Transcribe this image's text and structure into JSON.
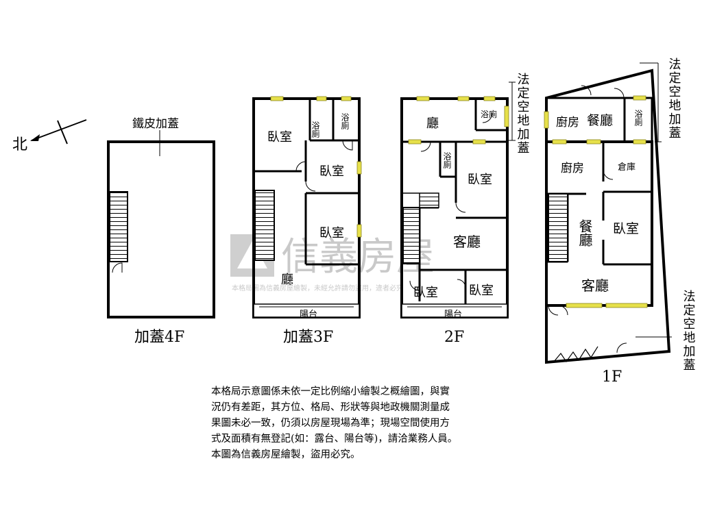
{
  "compass": {
    "north_label": "北"
  },
  "watermark": {
    "brand": "信義房屋",
    "notice": "本格局圖為信義房屋繪製，未經允許請勿盜用，違者必究"
  },
  "floors": {
    "f4": {
      "title": "加蓋4F",
      "roof_note": "鐵皮加蓋"
    },
    "f3": {
      "title": "加蓋3F",
      "rooms": {
        "bedroom_a": "臥室",
        "bedroom_b": "臥室",
        "bedroom_c": "臥室",
        "bath_a": "浴廁",
        "bath_b": "浴廁",
        "hall": "廳",
        "balcony": "陽台"
      }
    },
    "f2": {
      "title": "2F",
      "rooms": {
        "hall": "廳",
        "bath_a": "浴廁",
        "bath_b": "浴廁",
        "bedroom_a": "臥室",
        "living": "客廳",
        "bedroom_b": "臥室",
        "bedroom_c": "臥室",
        "balcony": "陽台"
      },
      "annex_note": "法定空地加蓋"
    },
    "f1": {
      "title": "1F",
      "rooms": {
        "kitchen_a": "廚房",
        "dining_a": "餐廳",
        "bath": "浴廁",
        "kitchen_b": "廚房",
        "storage": "倉庫",
        "dining_b": "餐廳",
        "bedroom": "臥室",
        "living": "客廳"
      },
      "annex_top_note": "法定空地加蓋",
      "annex_bottom_note": "法定空地加蓋"
    }
  },
  "disclaimer": {
    "lines": [
      "本格局示意圖係未依一定比例縮小繪製之概繪圖，與實",
      "況仍有差距，其方位、格局、形狀等與地政機關測量成",
      "果圖未必一致，仍須以房屋現場為準；現場空間使用方",
      "式及面積有無登記(如：露台、陽台等)，請洽業務人員。",
      "本圖為信義房屋繪製，盜用必究。"
    ]
  },
  "colors": {
    "wall": "#000000",
    "window": "#e6e04a",
    "watermark": "#c9c9c9"
  }
}
